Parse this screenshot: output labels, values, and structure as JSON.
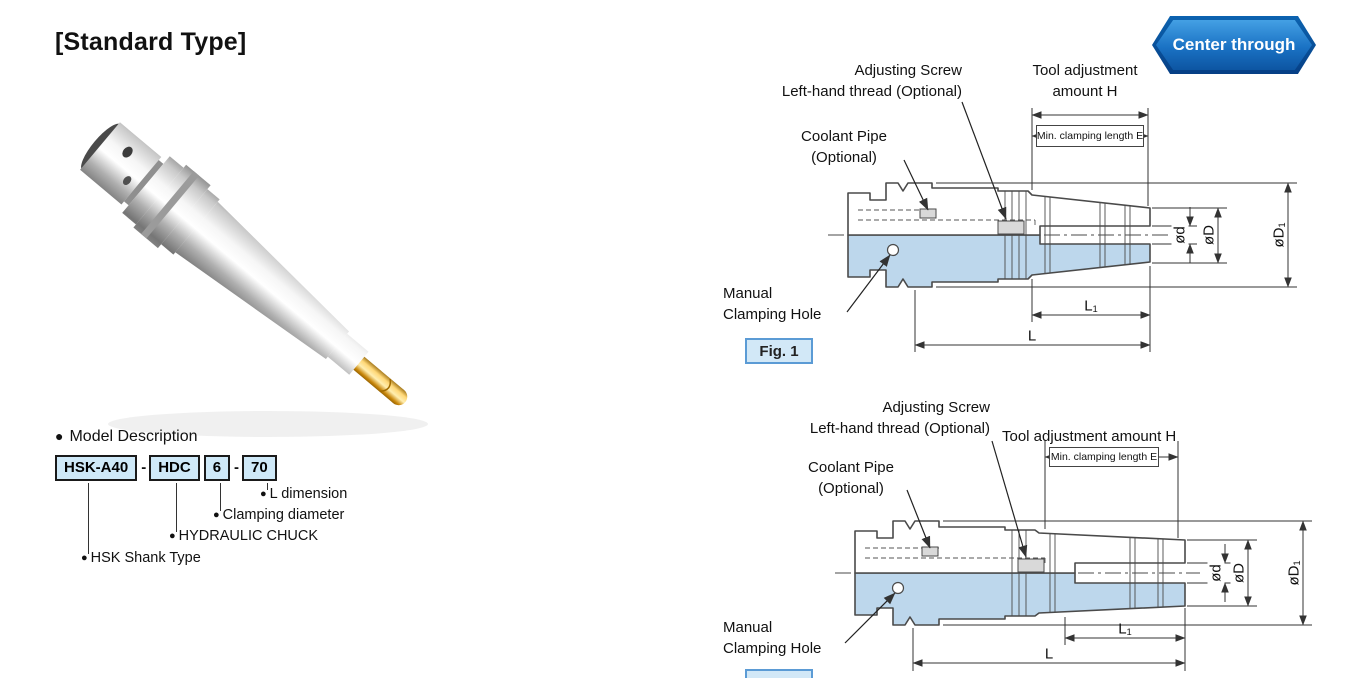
{
  "page": {
    "title": "[Standard Type]"
  },
  "badge": {
    "label": "Center through",
    "color": "#1266b8"
  },
  "model": {
    "bullet": "●",
    "heading": "Model Description",
    "code_parts": [
      "HSK-A40",
      "HDC",
      "6",
      "70"
    ],
    "dash": "-",
    "callouts": [
      "L dimension",
      "Clamping diameter",
      "HYDRAULIC CHUCK",
      "HSK Shank Type"
    ]
  },
  "fig1": {
    "caption": "Fig. 1",
    "labels": {
      "adjusting_screw": "Adjusting Screw",
      "left_hand_thread": "Left-hand thread (Optional)",
      "tool_adjustment_1": "Tool adjustment",
      "tool_adjustment_2": "amount H",
      "min_clamping_length": "Min. clamping length E",
      "coolant_pipe": "Coolant Pipe",
      "coolant_optional": "(Optional)",
      "manual_1": "Manual",
      "manual_2": "Clamping Hole"
    },
    "dimensions": {
      "d": "ød",
      "D": "øD",
      "D1": "øD₁",
      "L1": "L₁",
      "L": "L"
    }
  },
  "fig2": {
    "labels": {
      "adjusting_screw": "Adjusting Screw",
      "left_hand_thread": "Left-hand thread (Optional)",
      "tool_adjustment": "Tool adjustment amount H",
      "min_clamping_length": "Min. clamping length E",
      "coolant_pipe": "Coolant Pipe",
      "coolant_optional": "(Optional)",
      "manual_1": "Manual",
      "manual_2": "Clamping Hole"
    },
    "dimensions": {
      "d": "ød",
      "D": "øD",
      "D1": "øD₁",
      "L1": "L₁",
      "L": "L"
    }
  }
}
